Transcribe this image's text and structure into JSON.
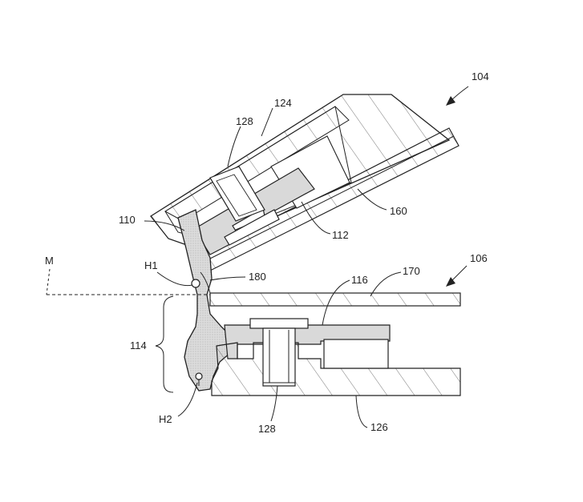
{
  "figure": {
    "labels": {
      "l104": "104",
      "l124": "124",
      "l128_top": "128",
      "l110": "110",
      "l160": "160",
      "l112": "112",
      "lM": "M",
      "lH1": "H1",
      "l180": "180",
      "l116": "116",
      "l170": "170",
      "l106": "106",
      "l114": "114",
      "lH2": "H2",
      "l128_bottom": "128",
      "l126": "126"
    }
  }
}
